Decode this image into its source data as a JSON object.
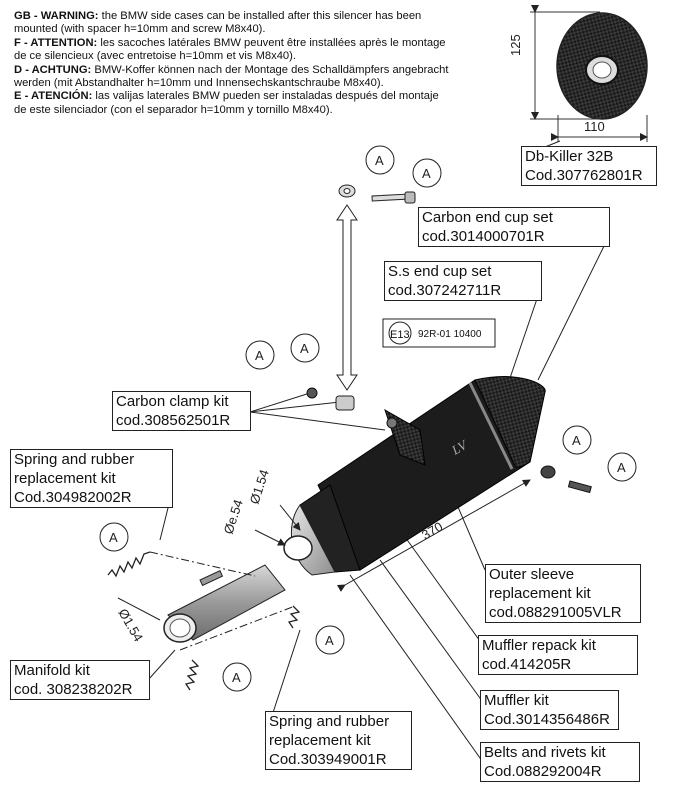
{
  "warnings": [
    {
      "prefix": "GB - WARNING:",
      "text": " the BMW side cases can be installed after this silencer has been mounted (with spacer h=10mm and screw M8x40)."
    },
    {
      "prefix": "F - ATTENTION:",
      "text": " les sacoches latérales BMW peuvent être installées après le montage de ce silencieux (avec entretoise h=10mm et vis M8x40)."
    },
    {
      "prefix": "D - ACHTUNG:",
      "text": " BMW-Koffer können nach der Montage des Schalldämpfers angebracht werden (mit Abstandhalter h=10mm und Innensechskantschraube M8x40)."
    },
    {
      "prefix": "E - ATENCIÓN:",
      "text": " las valijas laterales BMW pueden ser instaladas después del montaje de este silenciador (con el separador h=10mm y tornillo M8x40)."
    }
  ],
  "dimensions": {
    "height": "125",
    "width": "110",
    "length": "370",
    "d1": "Ø1.54",
    "d2": "Øe.54",
    "d3": "Ø1.54"
  },
  "callout_letter": "A",
  "homologation": {
    "mark": "E13",
    "code": "92R-01 10400"
  },
  "labels": {
    "dbkiller": [
      "Db-Killer 32B",
      "Cod.307762801R"
    ],
    "carbon_end_cup": [
      "Carbon end cup set",
      "cod.3014000701R"
    ],
    "ss_end_cup": [
      "S.s end cup set",
      "cod.307242711R"
    ],
    "carbon_clamp": [
      "Carbon clamp kit",
      "cod.308562501R"
    ],
    "spring_top": [
      "Spring and rubber",
      "replacement kit",
      "Cod.304982002R"
    ],
    "outer_sleeve": [
      "Outer sleeve",
      "replacement kit",
      "cod.088291005VLR"
    ],
    "muffler_repack": [
      "Muffler repack kit",
      "cod.414205R"
    ],
    "manifold": [
      "Manifold kit",
      "cod. 308238202R"
    ],
    "muffler_kit": [
      "Muffler kit",
      "Cod.3014356486R"
    ],
    "spring_bottom": [
      "Spring and rubber",
      "replacement kit",
      "Cod.303949001R"
    ],
    "belts_rivets": [
      "Belts and rivets kit",
      "Cod.088292004R"
    ]
  },
  "colors": {
    "body": "#1c1c1c",
    "steel": "#b9b9b9",
    "carbon": "#2a2a2a"
  }
}
